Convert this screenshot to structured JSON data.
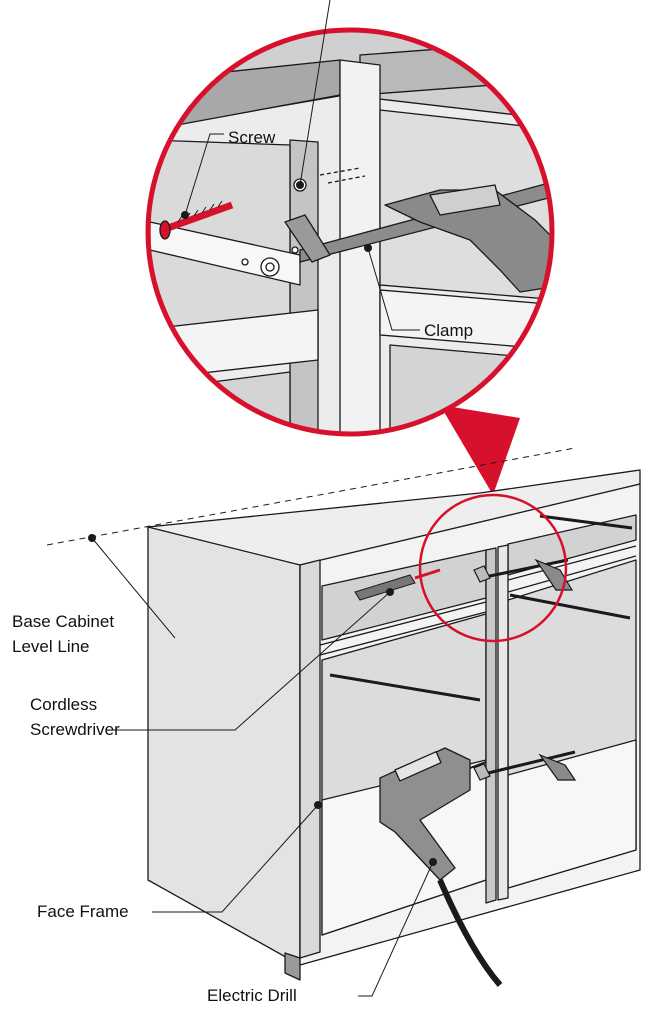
{
  "labels": {
    "screw": "Screw",
    "clamp": "Clamp",
    "level_line_1": "Base Cabinet",
    "level_line_2": "Level Line",
    "screwdriver_1": "Cordless",
    "screwdriver_2": "Screwdriver",
    "face_frame": "Face Frame",
    "drill": "Electric Drill"
  },
  "colors": {
    "accent_red": "#d7102c",
    "cabinet_side": "#e2e2e2",
    "cabinet_dark": "#b9b9b9",
    "cabinet_light": "#f2f2f2",
    "line": "#1a1a1a",
    "tool_gray": "#8a8a8a"
  }
}
